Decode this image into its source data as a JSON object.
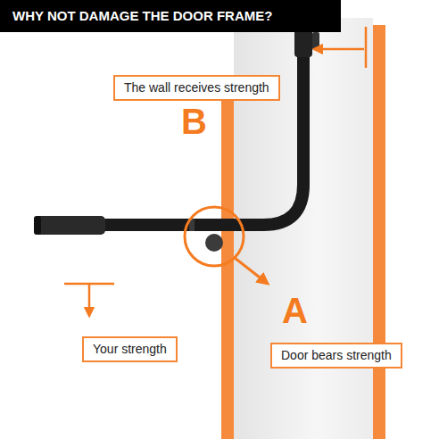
{
  "diagram": {
    "title": "WHY NOT DAMAGE THE DOOR FRAME?",
    "nodes": [
      {
        "text": [
          "The wall receives strength"
        ]
      },
      {
        "text": [
          "Your strength"
        ]
      },
      {
        "text": [
          "Door bears strength"
        ]
      }
    ],
    "labels": [
      "B",
      "A"
    ]
  }
}
